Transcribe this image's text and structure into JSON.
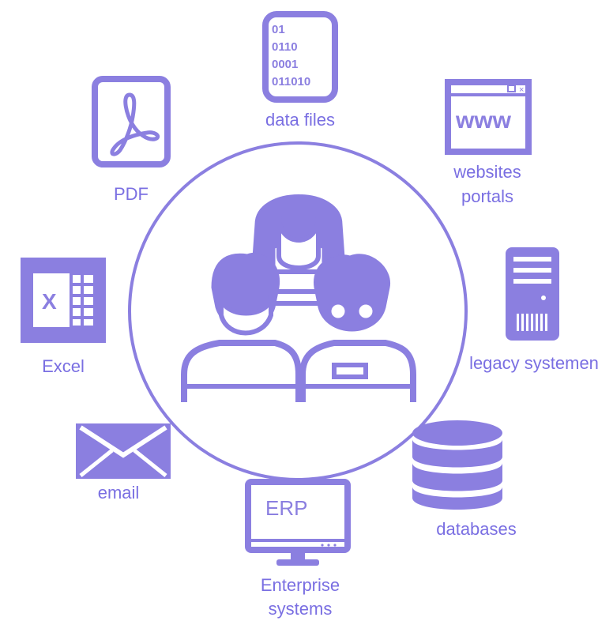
{
  "diagram": {
    "accent_color": "#8b7fe0",
    "label_color": "#7a6fe2",
    "center": {
      "icon": "user-group-icon",
      "description": ""
    },
    "sources": [
      {
        "id": "data-files",
        "label": "data files",
        "icon": "binary-file-icon",
        "binary_lines": [
          "01",
          "0110",
          "0001",
          "011010"
        ]
      },
      {
        "id": "websites-portals",
        "label_line1": "websites",
        "label_line2": "portals",
        "icon": "browser-window-icon",
        "icon_text": "www"
      },
      {
        "id": "legacy-systems",
        "label": "legacy systemen",
        "icon": "server-tower-icon"
      },
      {
        "id": "databases",
        "label": "databases",
        "icon": "database-icon"
      },
      {
        "id": "enterprise-systems",
        "label_line1": "Enterprise",
        "label_line2": "systems",
        "icon": "monitor-icon",
        "icon_text": "ERP"
      },
      {
        "id": "email",
        "label": "email",
        "icon": "envelope-icon"
      },
      {
        "id": "excel",
        "label": "Excel",
        "icon": "excel-icon",
        "icon_text": "X"
      },
      {
        "id": "pdf",
        "label": "PDF",
        "icon": "pdf-icon"
      }
    ]
  }
}
